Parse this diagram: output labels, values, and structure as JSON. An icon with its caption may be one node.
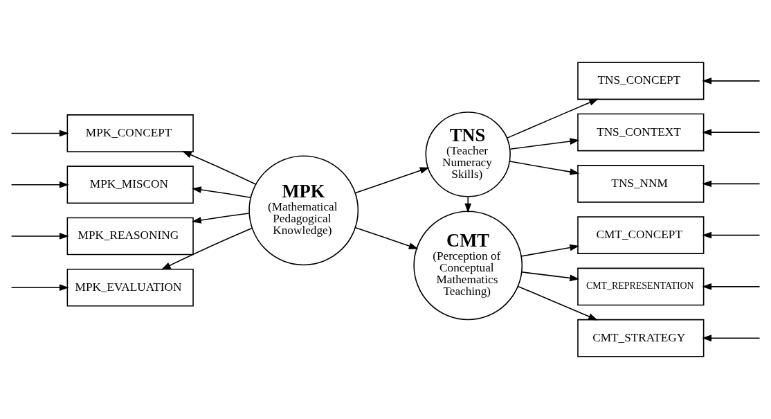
{
  "diagram": {
    "nodes": [
      {
        "text": [
          "MPK_CONCEPT"
        ]
      },
      {
        "text": [
          "MPK_MISCON"
        ]
      },
      {
        "text": [
          "MPK_REASONING"
        ]
      },
      {
        "text": [
          "MPK_EVALUATION"
        ]
      },
      {
        "text": [
          "MPK",
          "(Mathematical Pedagogical Knowledge)"
        ]
      },
      {
        "text": [
          "TNS",
          "(Teacher Numeracy Skills)"
        ]
      },
      {
        "text": [
          "TNS_CONCEPT"
        ]
      },
      {
        "text": [
          "TNS_CONTEXT"
        ]
      },
      {
        "text": [
          "TNS_NNM"
        ]
      },
      {
        "text": [
          "CMT",
          "(Perception of Conceptual Mathematics Teaching)"
        ]
      },
      {
        "text": [
          "CMT_CONCEPT"
        ]
      },
      {
        "text": [
          "CMT_REPRESENTATION"
        ]
      },
      {
        "text": [
          "CMT_STRATEGY"
        ]
      }
    ],
    "edges": [
      {
        "from": null,
        "to": 0,
        "arrow": "to"
      },
      {
        "from": null,
        "to": 1,
        "arrow": "to"
      },
      {
        "from": null,
        "to": 2,
        "arrow": "to"
      },
      {
        "from": null,
        "to": 3,
        "arrow": "to"
      },
      {
        "from": 4,
        "to": 0,
        "arrow": "to"
      },
      {
        "from": 4,
        "to": 1,
        "arrow": "to"
      },
      {
        "from": 4,
        "to": 2,
        "arrow": "to"
      },
      {
        "from": 4,
        "to": 3,
        "arrow": "to"
      },
      {
        "from": 4,
        "to": 5,
        "arrow": "to"
      },
      {
        "from": 5,
        "to": 6,
        "arrow": "to"
      },
      {
        "from": 5,
        "to": 7,
        "arrow": "to"
      },
      {
        "from": 5,
        "to": 8,
        "arrow": "to"
      },
      {
        "from": null,
        "to": 6,
        "arrow": "to"
      },
      {
        "from": null,
        "to": 7,
        "arrow": "to"
      },
      {
        "from": null,
        "to": 8,
        "arrow": "to"
      },
      {
        "from": 4,
        "to": 9,
        "arrow": "to"
      },
      {
        "from": 5,
        "to": 9,
        "arrow": "to"
      },
      {
        "from": 9,
        "to": 10,
        "arrow": "to"
      },
      {
        "from": 9,
        "to": 11,
        "arrow": "to"
      },
      {
        "from": 9,
        "to": 12,
        "arrow": "to"
      },
      {
        "from": null,
        "to": 10,
        "arrow": "to"
      },
      {
        "from": null,
        "to": 11,
        "arrow": "to"
      },
      {
        "from": null,
        "to": 12,
        "arrow": "to"
      }
    ]
  }
}
